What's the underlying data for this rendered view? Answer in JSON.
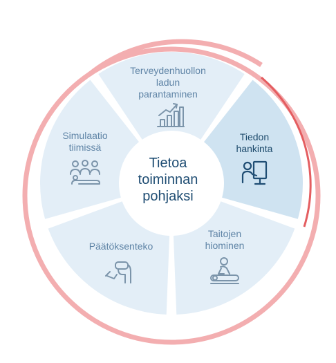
{
  "center": {
    "text": "Tietoa\ntoiminnan\npohjaksi"
  },
  "segments": [
    {
      "label": "Terveydenhuollon\nladun\nparantaminen",
      "icon": "chart-growth-icon",
      "active": false
    },
    {
      "label": "Tiedon\nhankinta",
      "icon": "person-screen-icon",
      "active": true
    },
    {
      "label": "Taitojen\nhiominen",
      "icon": "massage-therapy-icon",
      "active": false
    },
    {
      "label": "Päätöksenteko",
      "icon": "vr-headset-person-icon",
      "active": false
    },
    {
      "label": "Simulaatio\ntiimissä",
      "icon": "team-people-icon",
      "active": false
    }
  ],
  "colors": {
    "segment_fill": "#e3eef7",
    "segment_active_fill": "#cfe3f1",
    "outer_ring": "#f3aeb0",
    "outer_ring_accent": "#e45d60",
    "icon_stroke": "#7b94aa",
    "icon_active_stroke": "#1f4d73",
    "center_text": "#1f4d73"
  }
}
